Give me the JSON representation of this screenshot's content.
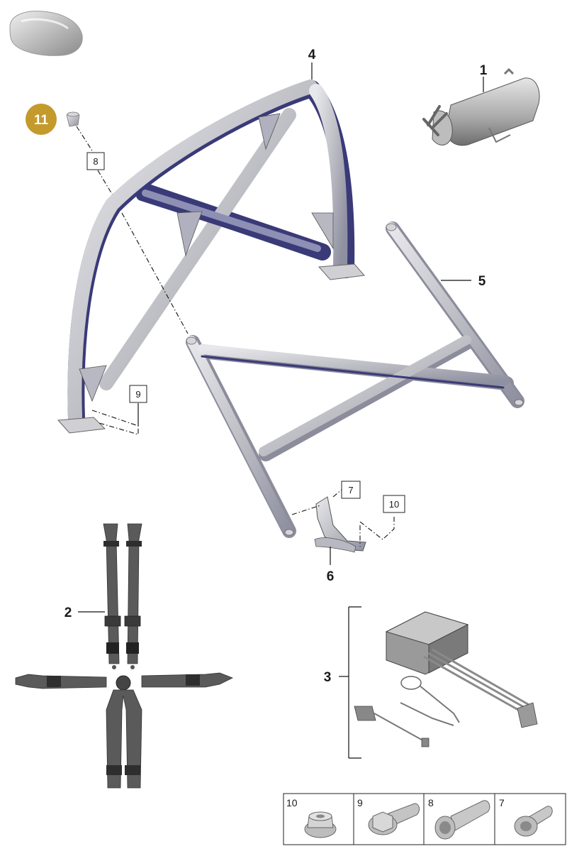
{
  "diagram": {
    "highlighted_badge": "11",
    "callouts": {
      "fire_extinguisher": "1",
      "harness": "2",
      "control_unit": "3",
      "main_hoop": "4",
      "rear_struts": "5",
      "bracket": "6"
    },
    "fastener_refs": {
      "cap_bolt": "8",
      "hoop_foot_bolt": "9",
      "bracket_bolt": "7",
      "bracket_nut": "10"
    },
    "fastener_table": [
      {
        "number": "10",
        "icon": "flange-nut-icon"
      },
      {
        "number": "9",
        "icon": "hex-flange-bolt-icon"
      },
      {
        "number": "8",
        "icon": "long-torx-bolt-icon"
      },
      {
        "number": "7",
        "icon": "torx-bolt-icon"
      }
    ],
    "colors": {
      "badge": "#c49a2c",
      "metal": "#c4c4c8",
      "shadow": "#3a3a78",
      "harness": "#555555"
    }
  }
}
